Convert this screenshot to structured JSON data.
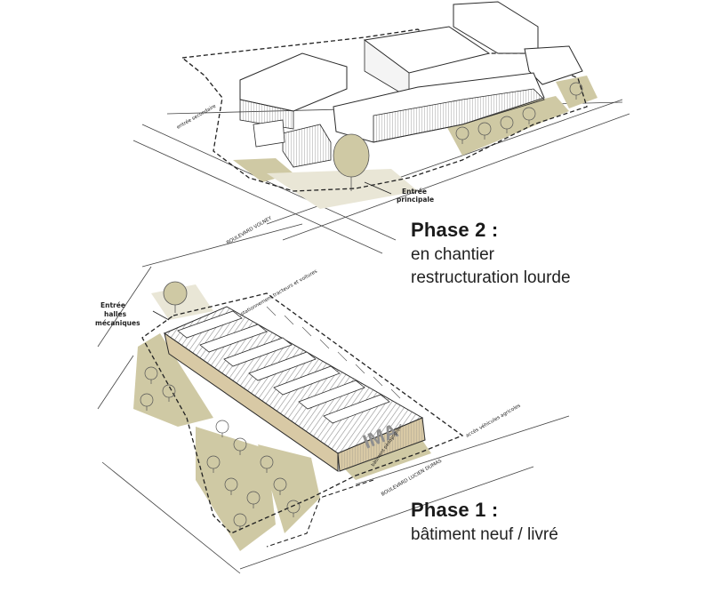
{
  "phase2": {
    "title": "Phase 2 :",
    "line1": "en chantier",
    "line2": "restructuration lourde"
  },
  "phase1": {
    "title": "Phase 1 :",
    "line1": "bâtiment neuf / livré"
  },
  "labels": {
    "entree_principale_1": "Entrée",
    "entree_principale_2": "principale",
    "entree_halles_1": "Entrée",
    "entree_halles_2": "halles",
    "entree_halles_3": "mécaniques",
    "boulevard_top": "BOULEVARD VOLNEY",
    "entree_secondaire": "entrée secondaire",
    "boulevard_bottom": "BOULEVARD LUCIEN DUMAS",
    "acces_vehicules": "accès véhicules agricoles",
    "stationnement": "stationnement tracteurs et voitures",
    "facade_label": "IMA",
    "facade_sub": "bâtiment pédagogique"
  },
  "colors": {
    "green_area": "#cfc9a4",
    "building_fill": "#ffffff",
    "roof_hatch": "#8f8f8f",
    "wood_facade": "#d8c9a5",
    "outline": "#2a2a2a",
    "text": "#1a1a1a"
  }
}
